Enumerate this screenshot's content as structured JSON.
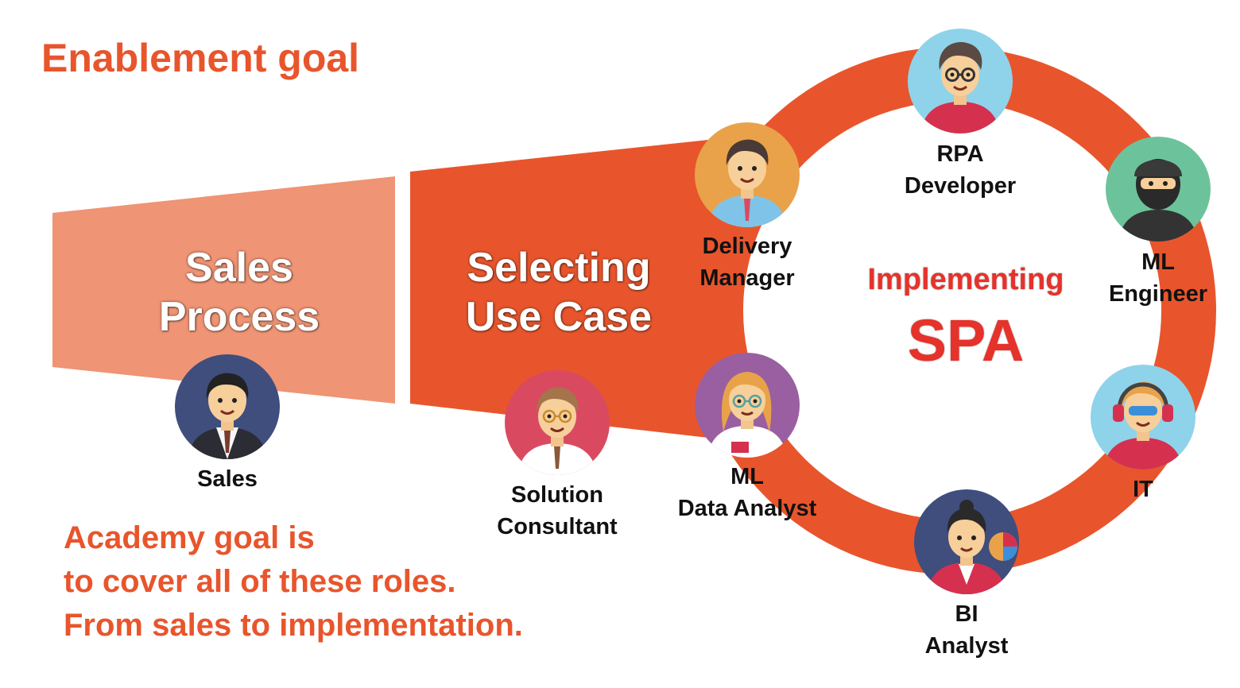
{
  "title": "Enablement goal",
  "stages": {
    "sales_process": [
      "Sales",
      "Process"
    ],
    "selecting_use_case": [
      "Selecting",
      "Use Case"
    ]
  },
  "implementing": {
    "label": "Implementing",
    "name": "SPA"
  },
  "roles": {
    "sales": [
      "Sales"
    ],
    "solution_consultant": [
      "Solution",
      "Consultant"
    ],
    "delivery_manager": [
      "Delivery",
      "Manager"
    ],
    "rpa_developer": [
      "RPA",
      "Developer"
    ],
    "ml_engineer": [
      "ML",
      "Engineer"
    ],
    "ml_data_analyst": [
      "ML",
      "Data Analyst"
    ],
    "it": [
      "IT"
    ],
    "bi_analyst": [
      "BI",
      "Analyst"
    ]
  },
  "academy_goal": [
    "Academy goal is",
    "to cover all of these roles.",
    "From sales to implementation."
  ],
  "colors": {
    "accent": "#e8552c",
    "stage_light": "#ef9474",
    "stage_dark": "#e8552c",
    "ring": "#e8552c",
    "highlight": "#e5322b"
  },
  "avatars": {
    "sales": "businessman-avatar-icon",
    "solution_consultant": "consultant-with-glasses-avatar-icon",
    "delivery_manager": "manager-avatar-icon",
    "rpa_developer": "developer-with-glasses-avatar-icon",
    "ml_engineer": "masked-engineer-avatar-icon",
    "ml_data_analyst": "analyst-with-glasses-avatar-icon",
    "it": "it-support-headset-avatar-icon",
    "bi_analyst": "bi-analyst-with-chart-avatar-icon"
  }
}
